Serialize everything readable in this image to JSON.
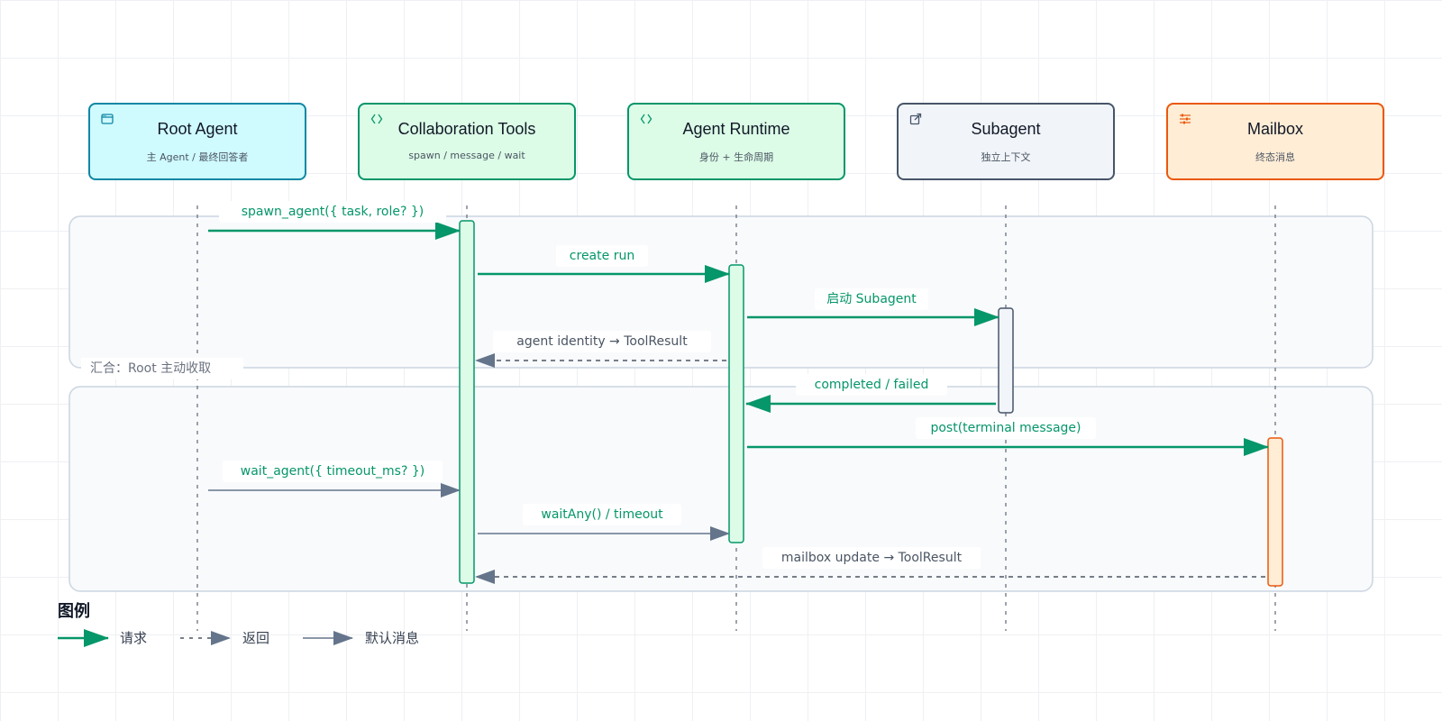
{
  "participants": [
    {
      "id": "root",
      "title": "Root Agent",
      "subtitle": "主 Agent / 最终回答者",
      "icon": "window-icon",
      "color": "#0e87a4",
      "fill": "#cffafe"
    },
    {
      "id": "tools",
      "title": "Collaboration Tools",
      "subtitle": "spawn / message / wait",
      "icon": "code-icon",
      "color": "#059669",
      "fill": "#dcfce7"
    },
    {
      "id": "runtime",
      "title": "Agent Runtime",
      "subtitle": "身份 + 生命周期",
      "icon": "code-icon",
      "color": "#059669",
      "fill": "#dcfce7"
    },
    {
      "id": "sub",
      "title": "Subagent",
      "subtitle": "独立上下文",
      "icon": "external-link-icon",
      "color": "#475569",
      "fill": "#f1f5f9"
    },
    {
      "id": "mailbox",
      "title": "Mailbox",
      "subtitle": "终态消息",
      "icon": "sliders-icon",
      "color": "#ea580c",
      "fill": "#ffedd5"
    }
  ],
  "groups": [
    {
      "label": ""
    },
    {
      "label": "汇合：Root 主动收取"
    }
  ],
  "messages": [
    {
      "label": "spawn_agent({ task, role? })",
      "style": "request",
      "from": "root",
      "to": "tools"
    },
    {
      "label": "create run",
      "style": "request",
      "from": "tools",
      "to": "runtime"
    },
    {
      "label": "启动 Subagent",
      "style": "request",
      "from": "runtime",
      "to": "sub"
    },
    {
      "label": "agent identity → ToolResult",
      "style": "return",
      "from": "runtime",
      "to": "tools"
    },
    {
      "label": "completed / failed",
      "style": "request",
      "from": "sub",
      "to": "runtime"
    },
    {
      "label": "post(terminal message)",
      "style": "request",
      "from": "runtime",
      "to": "mailbox"
    },
    {
      "label": "wait_agent({ timeout_ms? })",
      "style": "default",
      "from": "root",
      "to": "tools"
    },
    {
      "label": "waitAny() / timeout",
      "style": "default",
      "from": "tools",
      "to": "runtime"
    },
    {
      "label": "mailbox update → ToolResult",
      "style": "return",
      "from": "mailbox",
      "to": "tools"
    }
  ],
  "legend": {
    "title": "图例",
    "items": [
      {
        "style": "request",
        "label": "请求"
      },
      {
        "style": "return",
        "label": "返回"
      },
      {
        "style": "default",
        "label": "默认消息"
      }
    ]
  },
  "colors": {
    "request": "#059669",
    "return": "#64748b",
    "default": "#64748b",
    "grid": "#eef0f3",
    "group_fill": "#f8fafc",
    "group_stroke": "#cbd5e1"
  }
}
